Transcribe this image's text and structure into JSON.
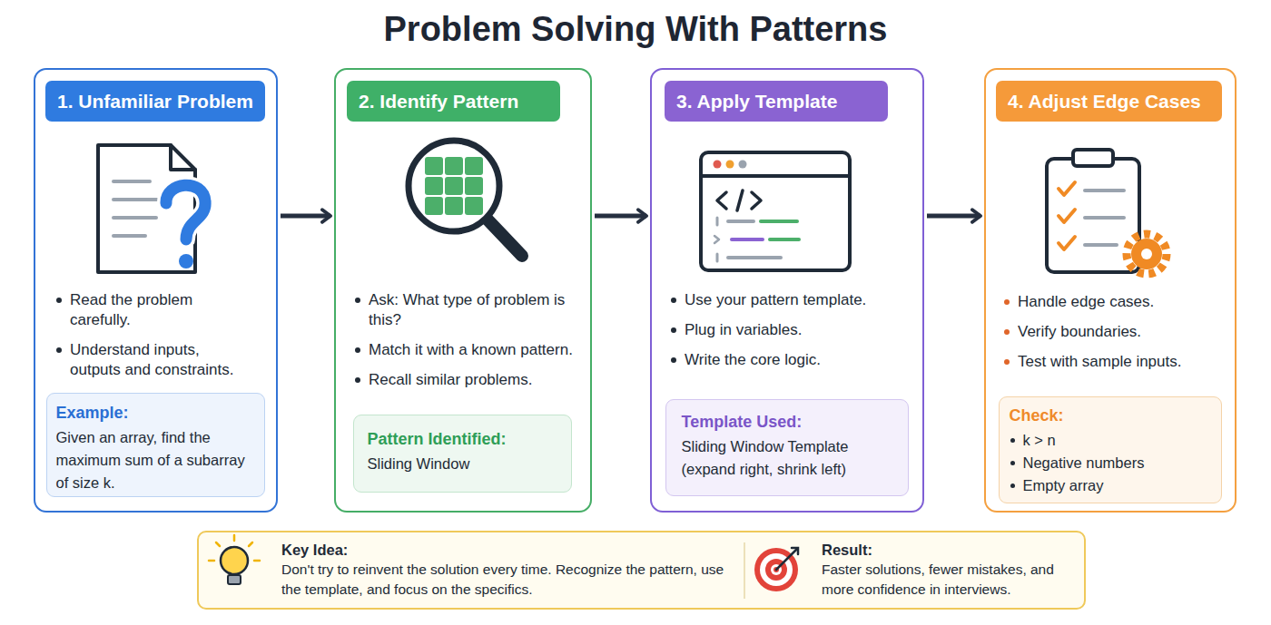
{
  "diagram": {
    "title": "Problem Solving With Patterns",
    "nodes": [
      {
        "text": [
          "Read the problem carefully.",
          "Understand inputs, outputs and constraints."
        ]
      },
      {
        "text": [
          "1. Unfamiliar Problem"
        ],
        "in": 0
      },
      {
        "text": [
          "Example:",
          "Given an array, find the maximum sum of a subarray of size k."
        ],
        "in": 0
      },
      {
        "text": [
          "Ask: What type of problem is this?",
          "Match it with a known pattern.",
          "Recall similar problems."
        ]
      },
      {
        "text": [
          "2. Identify Pattern"
        ],
        "in": 3
      },
      {
        "text": [
          "Pattern Identified:",
          "Sliding Window"
        ],
        "in": 3
      },
      {
        "text": [
          "Use your pattern template.",
          "Plug in variables.",
          "Write the core logic."
        ]
      },
      {
        "text": [
          "3. Apply Template"
        ],
        "in": 6
      },
      {
        "text": [
          "Template Used:",
          "Sliding Window Template (expand right, shrink left)"
        ],
        "in": 6
      },
      {
        "text": [
          "Handle edge cases.",
          "Verify boundaries.",
          "Test with sample inputs."
        ]
      },
      {
        "text": [
          "4. Adjust Edge Cases"
        ],
        "in": 9
      },
      {
        "text": [
          "Check:",
          "k > n",
          "Negative numbers",
          "Empty array"
        ],
        "in": 9
      },
      {
        "text": [
          "Key Idea:",
          "Don't try to reinvent the solution every time. Recognize the pattern, use the template, and focus on the specifics.",
          "Result:",
          "Faster solutions, fewer mistakes, and more confidence in interviews."
        ]
      }
    ],
    "edges": [
      {
        "from": 0,
        "to": 3,
        "arrow": "to"
      },
      {
        "from": 3,
        "to": 6,
        "arrow": "to"
      },
      {
        "from": 6,
        "to": 9,
        "arrow": "to"
      }
    ]
  }
}
